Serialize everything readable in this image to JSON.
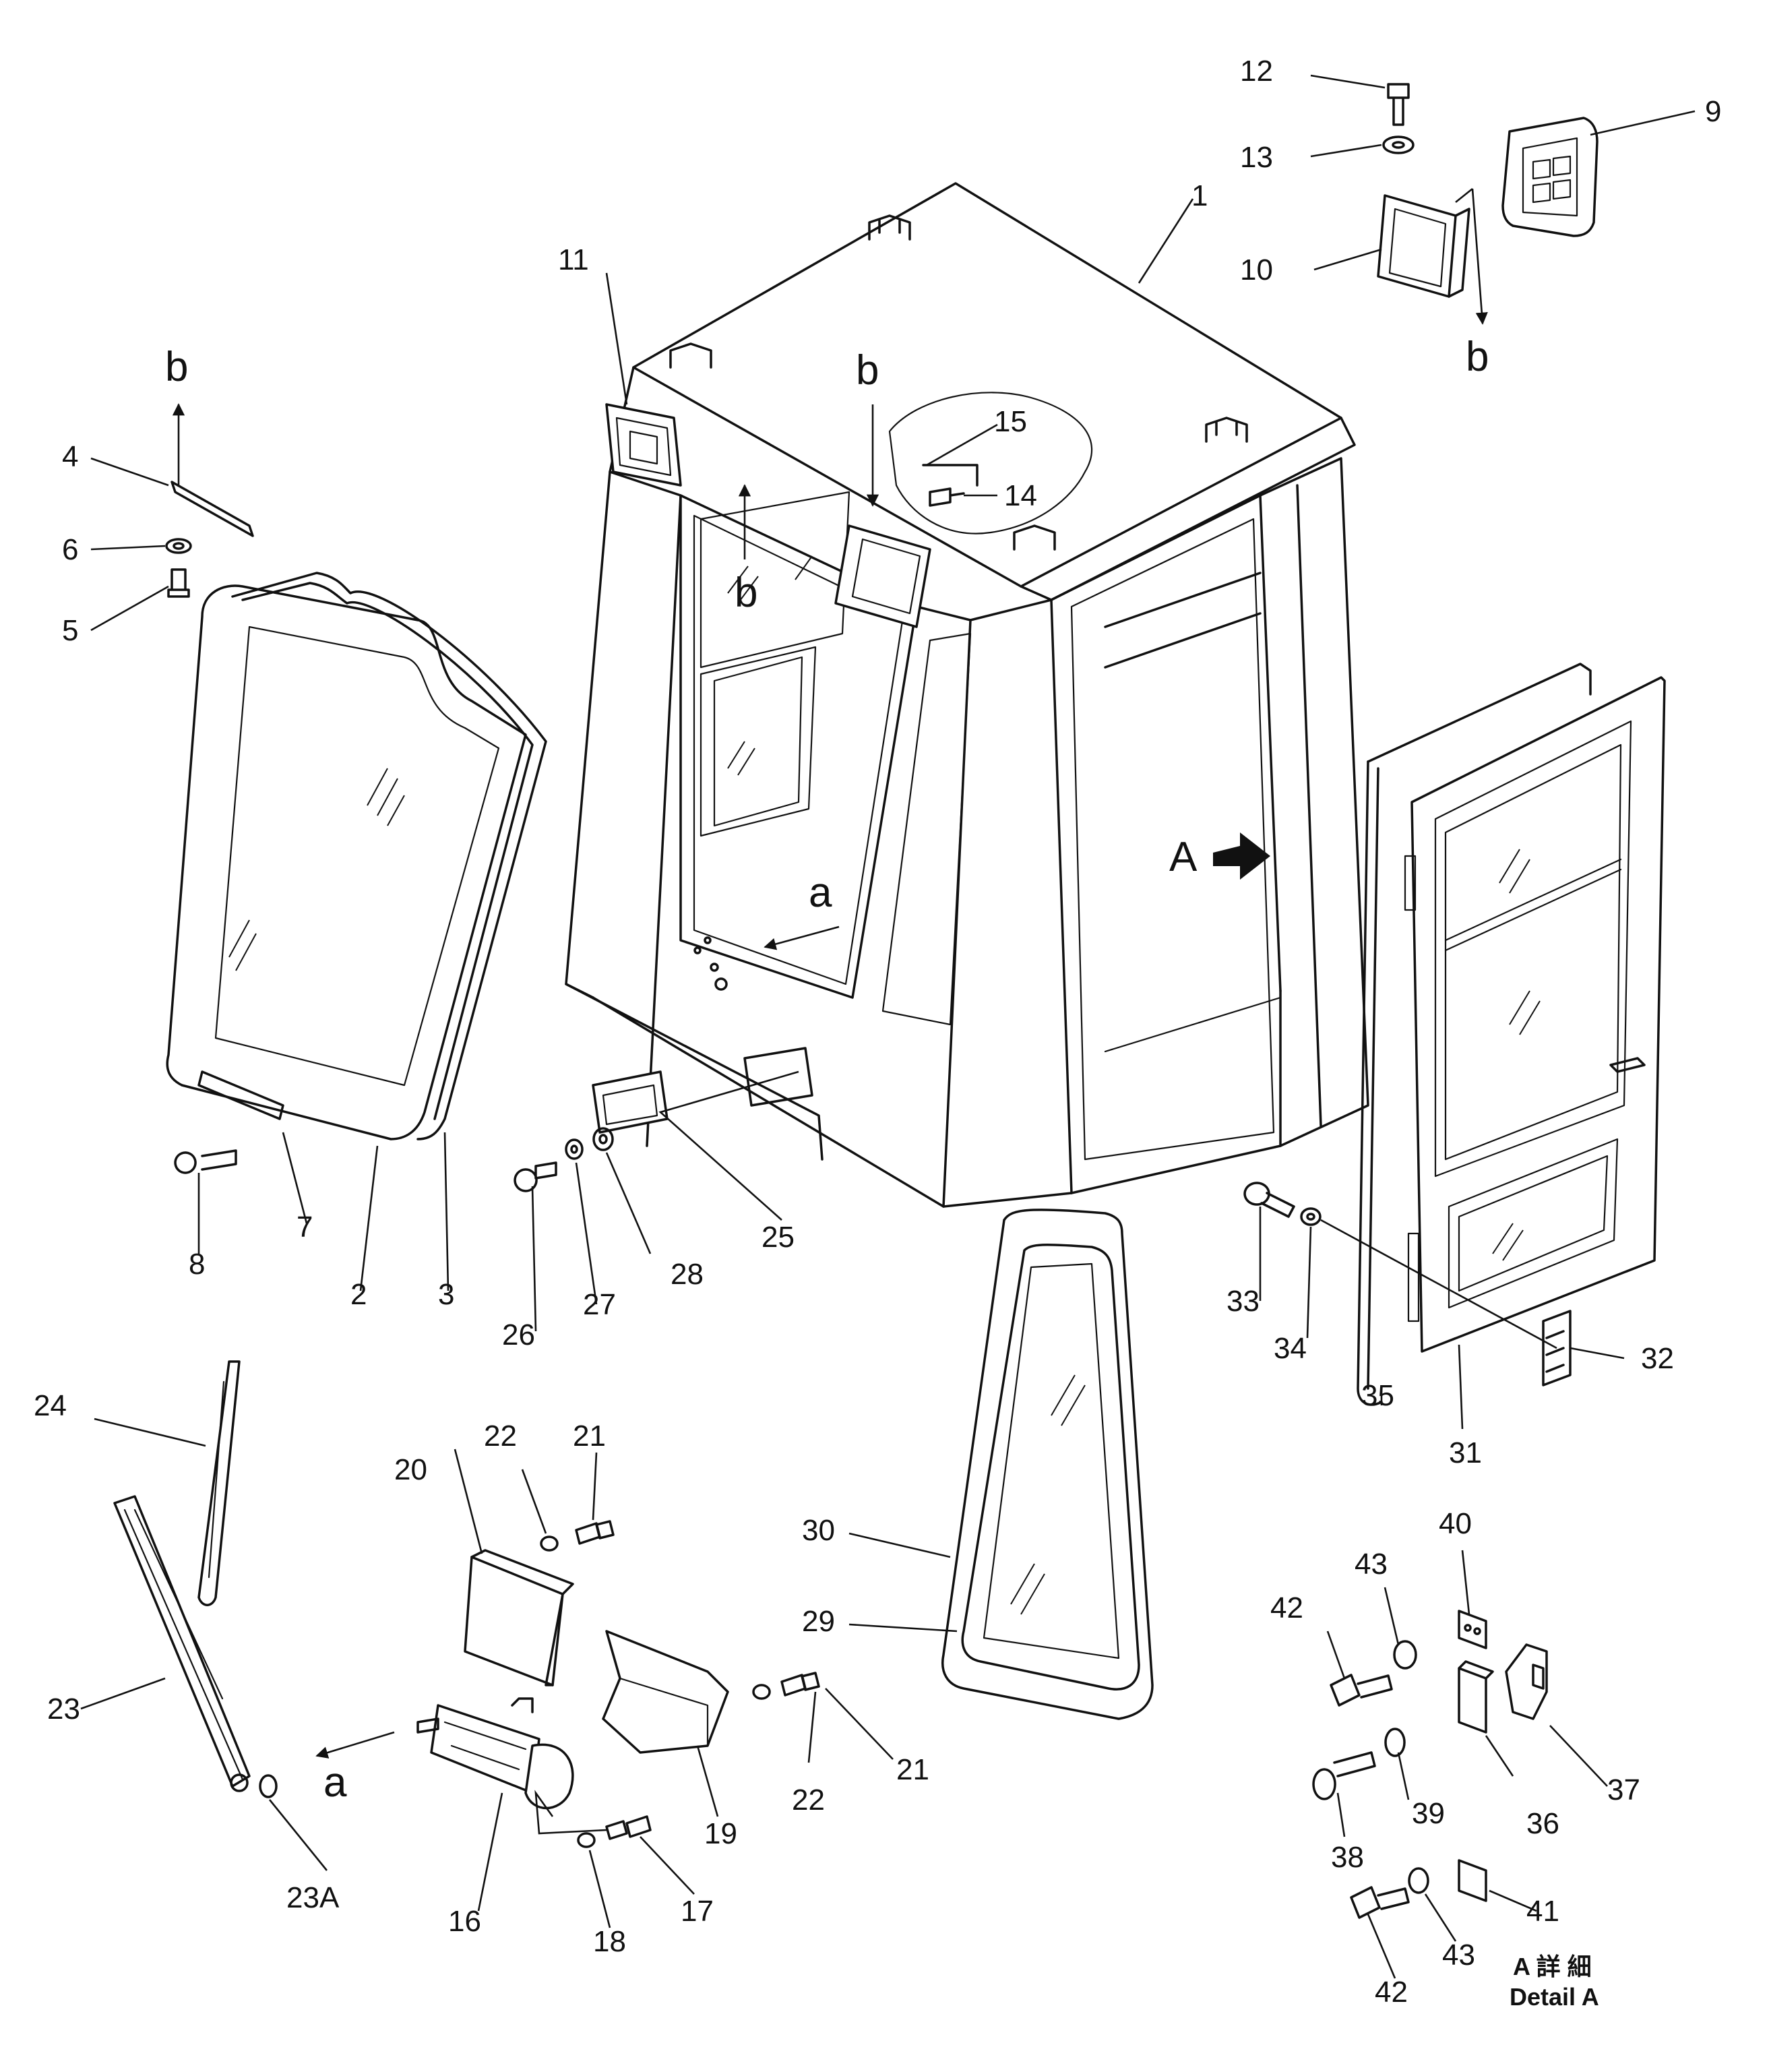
{
  "figure": {
    "part_labels": {
      "p1": "1",
      "p2": "2",
      "p3": "3",
      "p4": "4",
      "p5": "5",
      "p6": "6",
      "p7": "7",
      "p8": "8",
      "p9": "9",
      "p10": "10",
      "p11": "11",
      "p12": "12",
      "p13": "13",
      "p14": "14",
      "p15": "15",
      "p16": "16",
      "p17": "17",
      "p18": "18",
      "p19": "19",
      "p20": "20",
      "p21a": "21",
      "p21b": "21",
      "p22a": "22",
      "p22b": "22",
      "p23": "23",
      "p23A": "23A",
      "p24": "24",
      "p25": "25",
      "p26": "26",
      "p27": "27",
      "p28": "28",
      "p29": "29",
      "p30": "30",
      "p31": "31",
      "p32": "32",
      "p33": "33",
      "p34": "34",
      "p35": "35",
      "p36": "36",
      "p37": "37",
      "p38": "38",
      "p39": "39",
      "p40": "40",
      "p41": "41",
      "p42a": "42",
      "p42b": "42",
      "p43a": "43",
      "p43b": "43"
    },
    "ref_letters": {
      "b_top_left": "b",
      "b_cab_upper": "b",
      "b_cab_lower": "b",
      "b_top_right": "b",
      "a_cab": "a",
      "a_motor": "a",
      "A_arrow": "A"
    },
    "detail_caption": {
      "japanese": "A 詳 細",
      "english": "Detail A"
    }
  }
}
